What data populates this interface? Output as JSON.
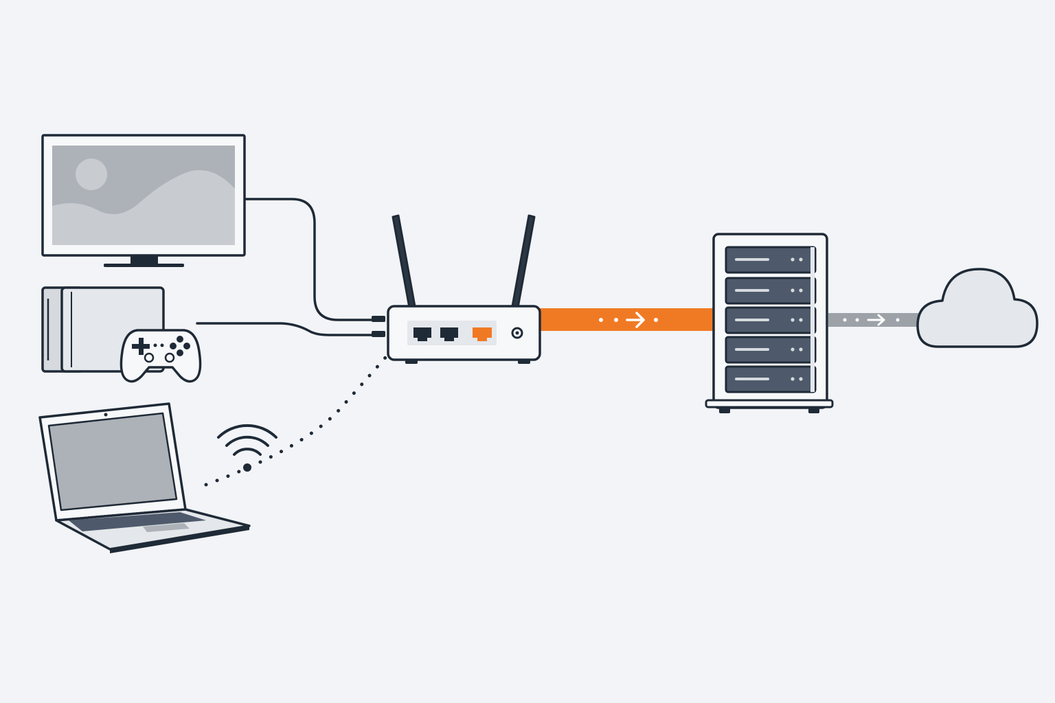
{
  "diagram": {
    "nodes": [
      {
        "id": "tv",
        "icon": "tv-monitor-icon"
      },
      {
        "id": "console",
        "icon": "game-console-icon"
      },
      {
        "id": "controller",
        "icon": "gamepad-icon"
      },
      {
        "id": "laptop",
        "icon": "laptop-icon"
      },
      {
        "id": "router",
        "icon": "wifi-router-icon",
        "ports": 3
      },
      {
        "id": "server",
        "icon": "server-rack-icon",
        "units": 5
      },
      {
        "id": "cloud",
        "icon": "cloud-icon"
      }
    ],
    "links": [
      {
        "from": "tv",
        "to": "router",
        "kind": "ethernet-cable"
      },
      {
        "from": "console",
        "to": "router",
        "kind": "ethernet-cable"
      },
      {
        "from": "laptop",
        "to": "router",
        "kind": "wireless",
        "icon": "wifi-signal-icon"
      },
      {
        "from": "router",
        "to": "server",
        "kind": "uplink-flow",
        "color": "#f07a24"
      },
      {
        "from": "server",
        "to": "cloud",
        "kind": "internet-flow",
        "color": "#9da2a8"
      }
    ]
  },
  "colors": {
    "background": "#f2f4f7",
    "outline": "#1f2a37",
    "screen": "#adb2b8",
    "device_fill": "#e4e7eb",
    "light_fill": "#f7f8fa",
    "rack_unit": "#4e5a6b",
    "accent": "#f07a24",
    "grey_flow": "#9da2a8"
  }
}
